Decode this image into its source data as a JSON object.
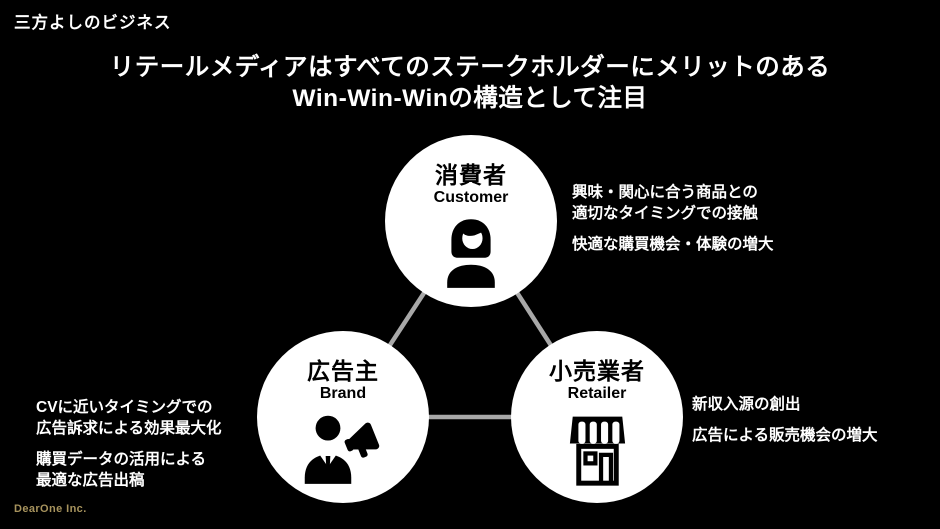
{
  "slide": {
    "label": "三方よしのビジネス",
    "title_line1": "リテールメディアはすべてのステークホルダーにメリットのある",
    "title_line2": "Win-Win-Winの構造として注目",
    "footer": "DearOne Inc."
  },
  "colors": {
    "background": "#000000",
    "text": "#ffffff",
    "circle_fill": "#ffffff",
    "circle_text": "#000000",
    "connector_line": "#a8a8a8",
    "footer_text": "#a7935d"
  },
  "diagram": {
    "nodes": [
      {
        "id": "customer",
        "jp": "消費者",
        "en": "Customer",
        "icon": "woman-customer-icon"
      },
      {
        "id": "brand",
        "jp": "広告主",
        "en": "Brand",
        "icon": "businessman-megaphone-icon"
      },
      {
        "id": "retailer",
        "jp": "小売業者",
        "en": "Retailer",
        "icon": "storefront-icon"
      }
    ],
    "benefits": {
      "customer": [
        "興味・関心に合う商品との\n適切なタイミングでの接触",
        "快適な購買機会・体験の増大"
      ],
      "brand": [
        "CVに近いタイミングでの\n広告訴求による効果最大化",
        "購買データの活用による\n最適な広告出稿"
      ],
      "retailer": [
        "新収入源の創出",
        "広告による販売機会の増大"
      ]
    }
  }
}
